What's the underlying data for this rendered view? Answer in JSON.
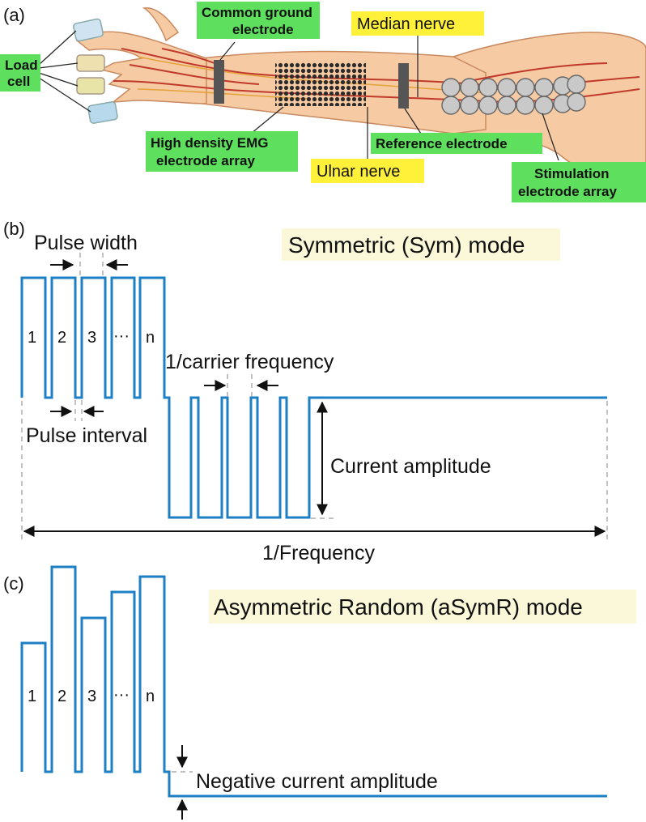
{
  "panels": {
    "a": "(a)",
    "b": "(b)",
    "c": "(c)"
  },
  "panel_a": {
    "labels": {
      "common_ground": [
        "Common ground",
        "electrode"
      ],
      "median_nerve": "Median nerve",
      "load_cell": [
        "Load",
        "cell"
      ],
      "hd_emg": [
        "High density EMG",
        "electrode array"
      ],
      "reference": "Reference electrode",
      "ulnar_nerve": "Ulnar nerve",
      "stimulation": [
        "Stimulation",
        "electrode array"
      ]
    },
    "colors": {
      "green_label": "#5ee05e",
      "yellow_label": "#fff03a",
      "skin": "#f6caa3",
      "vessel": "#c0392b",
      "electrode": "#555555"
    }
  },
  "panel_b": {
    "title": "Symmetric (Sym) mode",
    "pulse_width": "Pulse width",
    "pulse_interval": "Pulse interval",
    "carrier": "1/carrier frequency",
    "current_amplitude": "Current amplitude",
    "frequency": "1/Frequency",
    "pulse_labels": [
      "1",
      "2",
      "3",
      "···",
      "n"
    ]
  },
  "panel_c": {
    "title": "Asymmetric Random (aSymR) mode",
    "negative_amplitude": "Negative current amplitude",
    "pulse_labels": [
      "1",
      "2",
      "3",
      "···",
      "n"
    ]
  },
  "wave_color": "#1d7fc4"
}
